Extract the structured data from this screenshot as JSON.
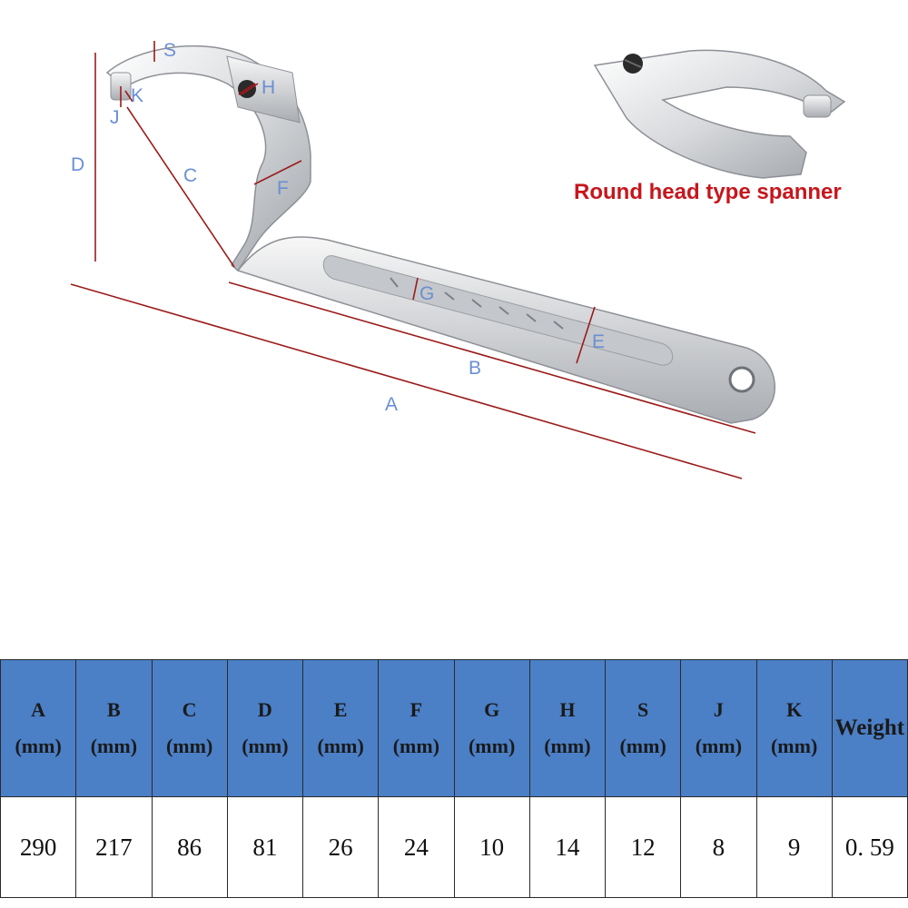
{
  "dimension_labels": {
    "S": "S",
    "K": "K",
    "J": "J",
    "H": "H",
    "D": "D",
    "C": "C",
    "F": "F",
    "G": "G",
    "E": "E",
    "B": "B",
    "A": "A"
  },
  "inset": {
    "caption": "Round head type spanner"
  },
  "spec_table": {
    "columns": [
      {
        "letter": "A",
        "unit": "(mm)"
      },
      {
        "letter": "B",
        "unit": "(mm)"
      },
      {
        "letter": "C",
        "unit": "(mm)"
      },
      {
        "letter": "D",
        "unit": "(mm)"
      },
      {
        "letter": "E",
        "unit": "(mm)"
      },
      {
        "letter": "F",
        "unit": "(mm)"
      },
      {
        "letter": "G",
        "unit": "(mm)"
      },
      {
        "letter": "H",
        "unit": "(mm)"
      },
      {
        "letter": "S",
        "unit": "(mm)"
      },
      {
        "letter": "J",
        "unit": "(mm)"
      },
      {
        "letter": "K",
        "unit": "(mm)"
      },
      {
        "letter": "Weight",
        "unit": ""
      }
    ],
    "values": [
      "290",
      "217",
      "86",
      "81",
      "26",
      "24",
      "10",
      "14",
      "12",
      "8",
      "9",
      "0. 59"
    ]
  },
  "colors": {
    "dimension_line": "#9b1b1b",
    "dimension_label": "#6a8fd4",
    "caption": "#c6161c",
    "table_header_bg": "#4b7fc6"
  }
}
